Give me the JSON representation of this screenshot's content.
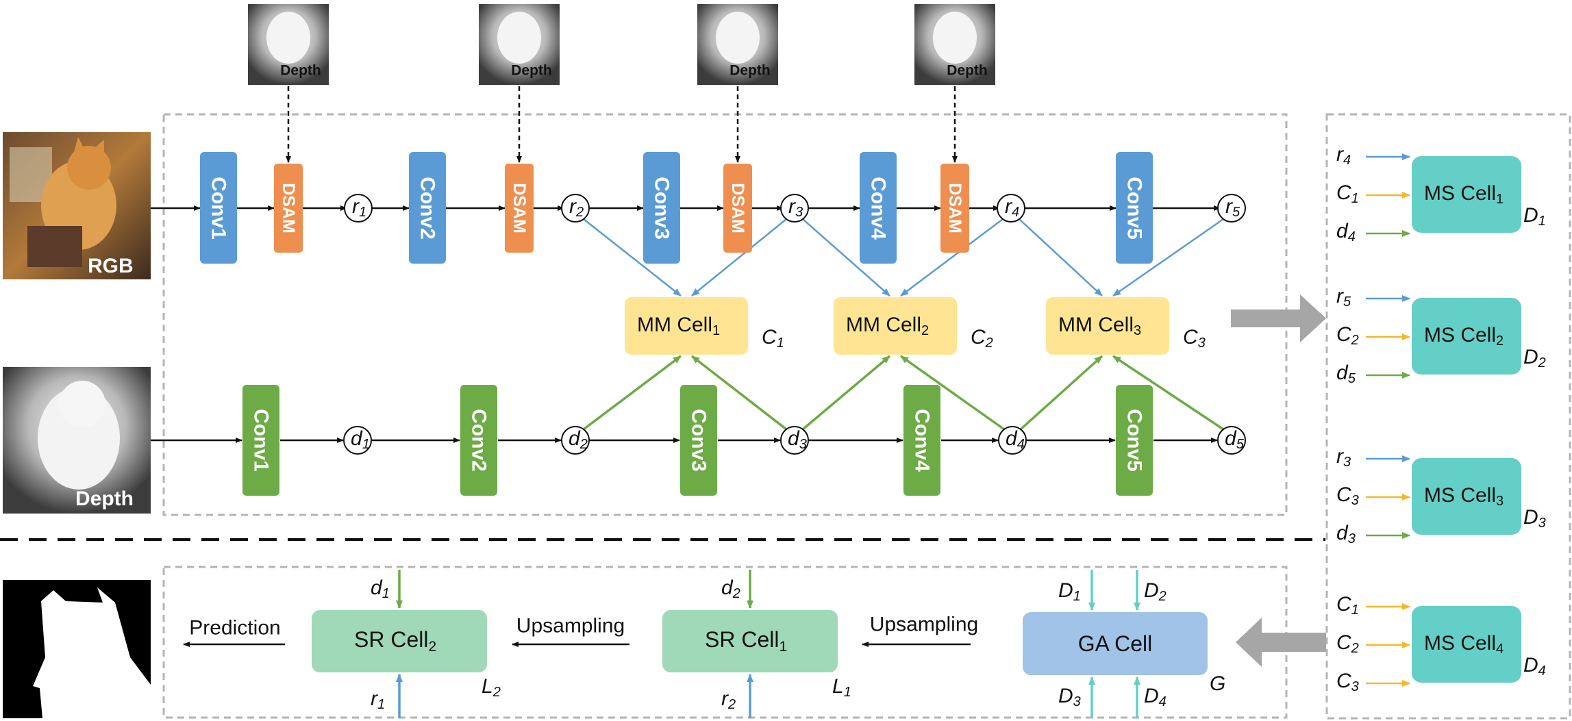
{
  "inputs": {
    "rgb_label": "RGB",
    "depth_label": "Depth",
    "depth_thumb_label": "Depth"
  },
  "colors": {
    "conv_rgb": "#5a9bd5",
    "conv_depth": "#6cab45",
    "dsam": "#ef8f4f",
    "mm": "#ffe593",
    "ms": "#64cfc6",
    "sr": "#9fd9b7",
    "ga": "#a1c3e8",
    "arrow_blue": "#5a9bd5",
    "arrow_green": "#6cab45",
    "arrow_yellow": "#f5b82a",
    "arrow_teal": "#64cfc6"
  },
  "encoder": {
    "rgb_convs": [
      "Conv1",
      "Conv2",
      "Conv3",
      "Conv4",
      "Conv5"
    ],
    "depth_convs": [
      "Conv1",
      "Conv2",
      "Conv3",
      "Conv4",
      "Conv5"
    ],
    "dsam": "DSAM",
    "r_nodes": [
      {
        "base": "r",
        "sub": "1"
      },
      {
        "base": "r",
        "sub": "2"
      },
      {
        "base": "r",
        "sub": "3"
      },
      {
        "base": "r",
        "sub": "4"
      },
      {
        "base": "r",
        "sub": "5"
      }
    ],
    "d_nodes": [
      {
        "base": "d",
        "sub": "1"
      },
      {
        "base": "d",
        "sub": "2"
      },
      {
        "base": "d",
        "sub": "3"
      },
      {
        "base": "d",
        "sub": "4"
      },
      {
        "base": "d",
        "sub": "5"
      }
    ]
  },
  "mm_cells": [
    {
      "label": "MM Cell",
      "sub": "1",
      "out": "C",
      "out_sub": "1"
    },
    {
      "label": "MM Cell",
      "sub": "2",
      "out": "C",
      "out_sub": "2"
    },
    {
      "label": "MM Cell",
      "sub": "3",
      "out": "C",
      "out_sub": "3"
    }
  ],
  "ms_cells": [
    {
      "label": "MS Cell",
      "sub": "1",
      "out": "D",
      "out_sub": "1",
      "inputs": [
        {
          "b": "r",
          "s": "4",
          "c": "blue"
        },
        {
          "b": "C",
          "s": "1",
          "c": "yellow"
        },
        {
          "b": "d",
          "s": "4",
          "c": "green"
        }
      ]
    },
    {
      "label": "MS Cell",
      "sub": "2",
      "out": "D",
      "out_sub": "2",
      "inputs": [
        {
          "b": "r",
          "s": "5",
          "c": "blue"
        },
        {
          "b": "C",
          "s": "2",
          "c": "yellow"
        },
        {
          "b": "d",
          "s": "5",
          "c": "green"
        }
      ]
    },
    {
      "label": "MS Cell",
      "sub": "3",
      "out": "D",
      "out_sub": "3",
      "inputs": [
        {
          "b": "r",
          "s": "3",
          "c": "blue"
        },
        {
          "b": "C",
          "s": "3",
          "c": "yellow"
        },
        {
          "b": "d",
          "s": "3",
          "c": "green"
        }
      ]
    },
    {
      "label": "MS Cell",
      "sub": "4",
      "out": "D",
      "out_sub": "4",
      "inputs": [
        {
          "b": "C",
          "s": "1",
          "c": "yellow"
        },
        {
          "b": "C",
          "s": "2",
          "c": "yellow"
        },
        {
          "b": "C",
          "s": "3",
          "c": "yellow"
        }
      ]
    }
  ],
  "decoder": {
    "ga": {
      "label": "GA Cell",
      "out": "G",
      "inputs": [
        {
          "b": "D",
          "s": "1"
        },
        {
          "b": "D",
          "s": "2"
        },
        {
          "b": "D",
          "s": "3"
        },
        {
          "b": "D",
          "s": "4"
        }
      ]
    },
    "sr1": {
      "label": "SR Cell",
      "sub": "1",
      "out": "L",
      "out_sub": "1",
      "top": {
        "b": "d",
        "s": "2"
      },
      "bottom": {
        "b": "r",
        "s": "2"
      }
    },
    "sr2": {
      "label": "SR Cell",
      "sub": "2",
      "out": "L",
      "out_sub": "2",
      "top": {
        "b": "d",
        "s": "1"
      },
      "bottom": {
        "b": "r",
        "s": "1"
      }
    },
    "upsampling": "Upsampling",
    "prediction": "Prediction"
  }
}
